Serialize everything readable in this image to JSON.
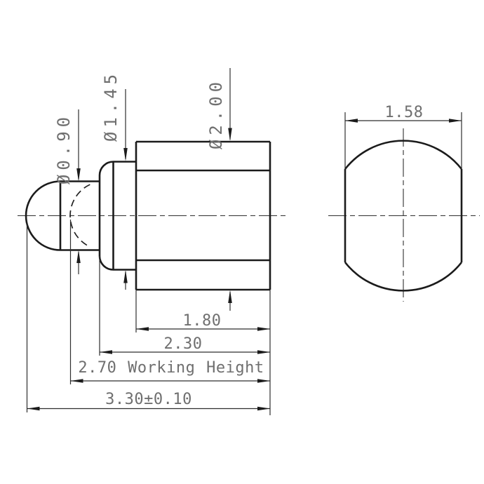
{
  "drawing": {
    "title": "Spring plunger technical drawing",
    "units": "mm",
    "views": {
      "side_view": "plunger profile with ball tip, flange and body",
      "end_view": "body end view: circle with two side flats"
    },
    "dimensions": {
      "tip_diameter": {
        "label": "Ø0.90",
        "value": 0.9,
        "kind": "diameter"
      },
      "flange_diameter": {
        "label": "Ø1.45",
        "value": 1.45,
        "kind": "diameter"
      },
      "body_diameter": {
        "label": "Ø2.00",
        "value": 2.0,
        "kind": "diameter"
      },
      "flat_width": {
        "label": "1.58",
        "value": 1.58,
        "kind": "width-across-flats"
      },
      "body_length": {
        "label": "1.80",
        "value": 1.8,
        "kind": "length"
      },
      "flange_to_end": {
        "label": "2.30",
        "value": 2.3,
        "kind": "length"
      },
      "working_height": {
        "label": "2.70 Working Height",
        "value": 2.7,
        "kind": "length",
        "note": "Working Height"
      },
      "overall_length": {
        "label": "3.30±0.10",
        "value": 3.3,
        "tolerance": "±0.10",
        "kind": "length"
      }
    },
    "colors": {
      "background": "#ffffff",
      "geometry_line": "#1b1b1b",
      "dimension_line": "#2e2e2e",
      "dimension_text": "#6f6f6f"
    }
  }
}
